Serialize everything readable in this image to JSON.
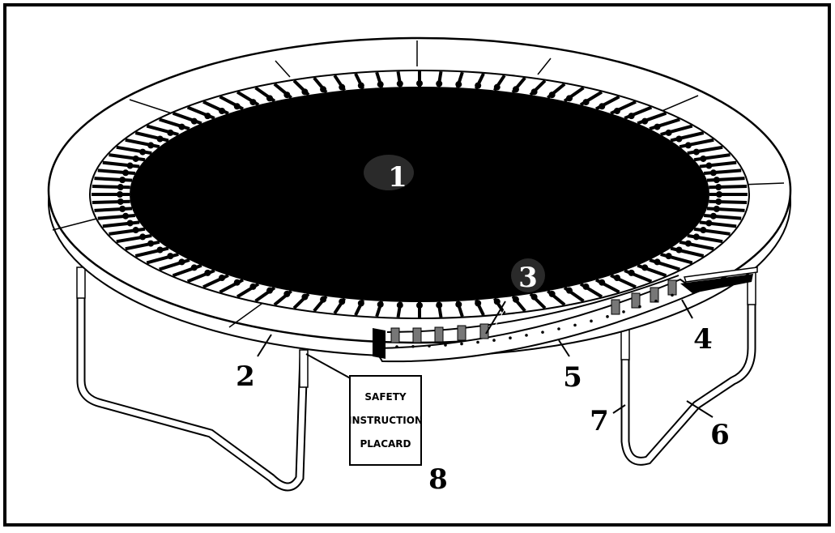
{
  "callouts": {
    "mat": "1",
    "frame_pad": "2",
    "spring": "3",
    "v_ring": "4",
    "top_rail": "5",
    "w_leg": "6",
    "leg_socket": "7",
    "placard": "8"
  },
  "placard": {
    "line1": "SAFETY",
    "line2": "INSTRUCTION",
    "line3": "PLACARD"
  },
  "colors": {
    "ink": "#000000",
    "mat": "#000000",
    "label_bubble": "#2a2a2a",
    "background": "#ffffff"
  }
}
